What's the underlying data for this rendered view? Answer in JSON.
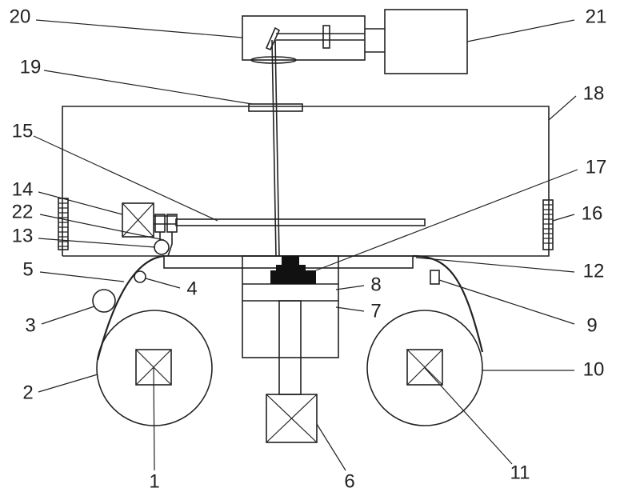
{
  "figure": {
    "labels": {
      "n1": "1",
      "n2": "2",
      "n3": "3",
      "n4": "4",
      "n5": "5",
      "n6": "6",
      "n7": "7",
      "n8": "8",
      "n9": "9",
      "n10": "10",
      "n11": "11",
      "n12": "12",
      "n13": "13",
      "n14": "14",
      "n15": "15",
      "n16": "16",
      "n17": "17",
      "n18": "18",
      "n19": "19",
      "n20": "20",
      "n21": "21",
      "n22": "22"
    }
  }
}
